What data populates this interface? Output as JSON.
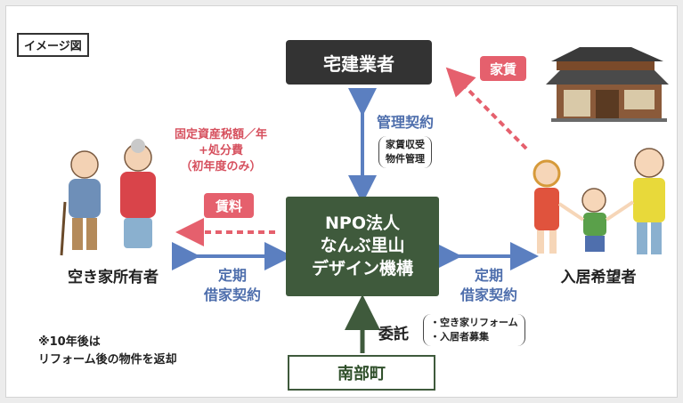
{
  "image_label": "イメージ図",
  "nodes": {
    "takken": "宅建業者",
    "npo": "NPO法人\nなんぶ里山\nデザイン機構",
    "town": "南部町",
    "owner": "空き家所有者",
    "tenant": "入居希望者"
  },
  "edges": {
    "management": {
      "label": "管理契約",
      "details": [
        "家賃収受",
        "物件管理"
      ]
    },
    "lease_owner": {
      "label_line1": "定期",
      "label_line2": "借家契約"
    },
    "lease_tenant": {
      "label_line1": "定期",
      "label_line2": "借家契約"
    },
    "entrust": {
      "label": "委託",
      "details": [
        "・空き家リフォーム",
        "・入居者募集"
      ]
    }
  },
  "money": {
    "rent_chip": "家賃",
    "fee_chip": "賃料",
    "owner_costs": [
      "固定資産税額／年",
      "+処分費",
      "（初年度のみ）"
    ]
  },
  "note": [
    "※10年後は",
    "リフォーム後の物件を返却"
  ],
  "colors": {
    "blue_arrow": "#5b7fc0",
    "red_arrow": "#e5606d",
    "npo_green": "#3f5a3c",
    "takken_dark": "#333333"
  }
}
